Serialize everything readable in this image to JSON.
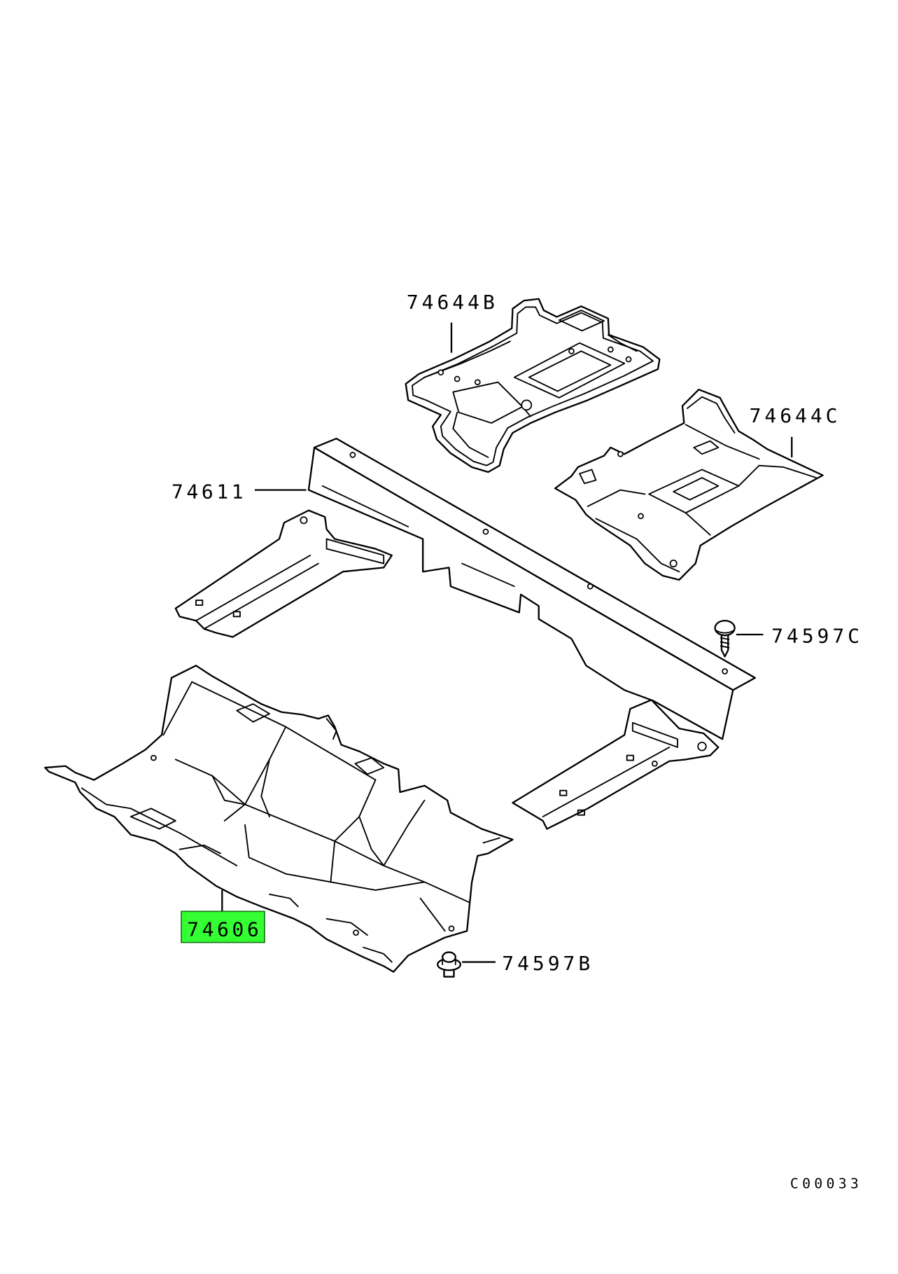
{
  "parts": [
    {
      "label": "74644B",
      "highlighted": false
    },
    {
      "label": "74644C",
      "highlighted": false
    },
    {
      "label": "74611",
      "highlighted": false
    },
    {
      "label": "74597C",
      "highlighted": false
    },
    {
      "label": "74606",
      "highlighted": true
    },
    {
      "label": "74597B",
      "highlighted": false
    }
  ],
  "figure_code": "C00033",
  "colors": {
    "highlight": "#33ff33",
    "line": "#000000",
    "background": "#ffffff"
  }
}
